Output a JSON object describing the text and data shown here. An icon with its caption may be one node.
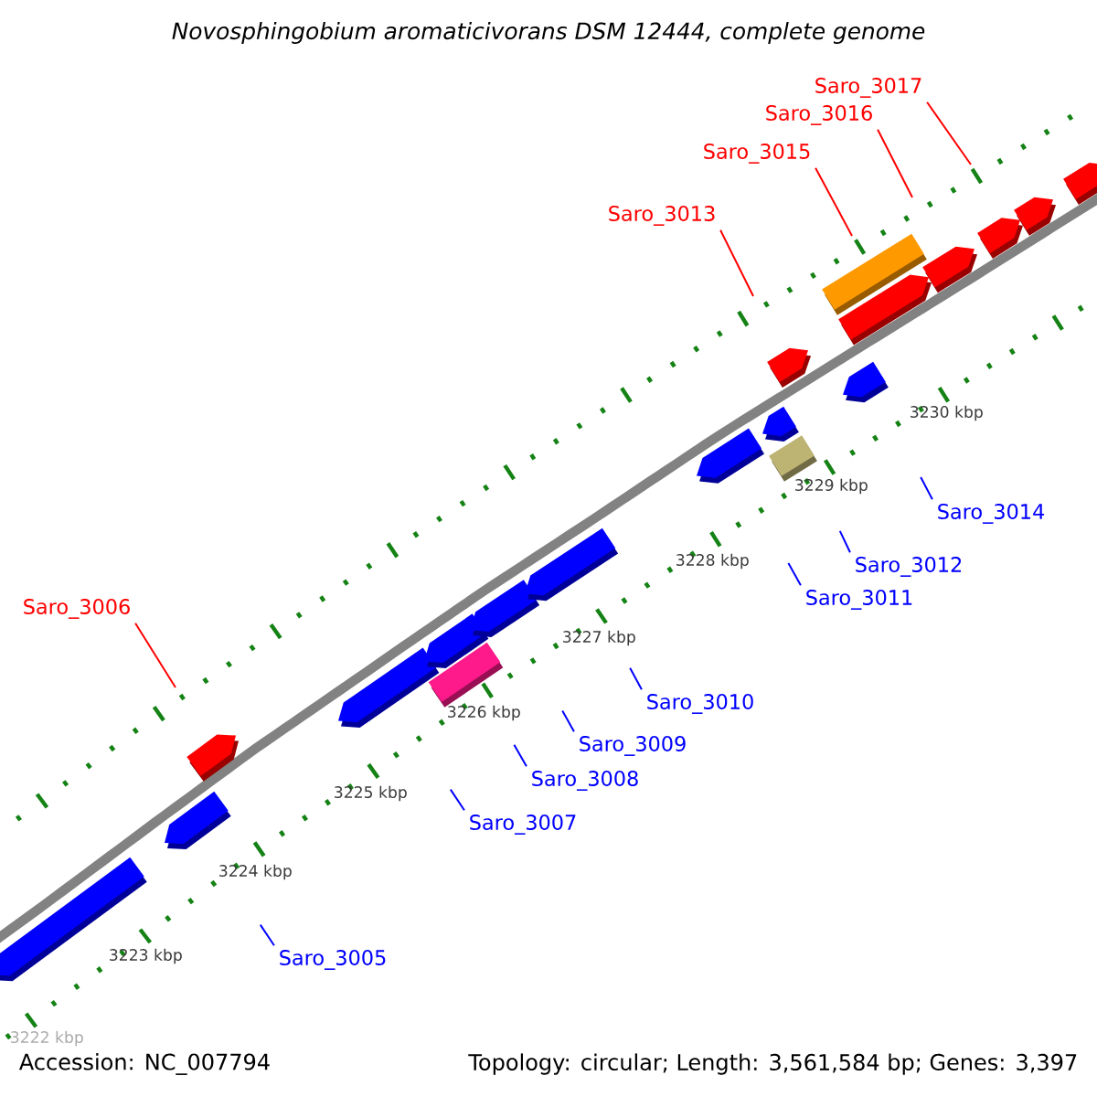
{
  "diagram": {
    "title": "Novosphingobium aromaticivorans DSM 12444, complete genome",
    "nodes": [
      {
        "text": [
          "Saro_3017"
        ]
      },
      {
        "text": [
          "Saro_3016"
        ]
      },
      {
        "text": [
          "Saro_3015"
        ]
      },
      {
        "text": [
          "Saro_3013"
        ]
      },
      {
        "text": [
          "Saro_3014"
        ]
      },
      {
        "text": [
          "Saro_3012"
        ]
      },
      {
        "text": [
          "Saro_3011"
        ]
      },
      {
        "text": [
          "Saro_3006"
        ]
      },
      {
        "text": [
          "Saro_3010"
        ]
      },
      {
        "text": [
          "Saro_3009"
        ]
      },
      {
        "text": [
          "Saro_3008"
        ]
      },
      {
        "text": [
          "Saro_3007"
        ]
      },
      {
        "text": [
          "Saro_3005"
        ]
      }
    ],
    "edges": [
      {
        "from": 0,
        "to": null,
        "arrow": "none",
        "color": "#ff0000"
      },
      {
        "from": 1,
        "to": null,
        "arrow": "none",
        "color": "#ff0000"
      },
      {
        "from": 2,
        "to": null,
        "arrow": "none",
        "color": "#ff0000"
      },
      {
        "from": 3,
        "to": null,
        "arrow": "none",
        "color": "#ff0000"
      },
      {
        "from": 4,
        "to": null,
        "arrow": "none"
      },
      {
        "from": 5,
        "to": null,
        "arrow": "none"
      },
      {
        "from": 6,
        "to": null,
        "arrow": "none"
      },
      {
        "from": 7,
        "to": null,
        "arrow": "none",
        "color": "#ff0000"
      },
      {
        "from": 8,
        "to": null,
        "arrow": "none"
      },
      {
        "from": 9,
        "to": null,
        "arrow": "none"
      },
      {
        "from": 10,
        "to": null,
        "arrow": "none"
      },
      {
        "from": 11,
        "to": null,
        "arrow": "none"
      },
      {
        "from": 12,
        "to": null,
        "arrow": "none"
      }
    ],
    "labels": [
      "3230 kbp",
      "3229 kbp",
      "3228 kbp",
      "3227 kbp",
      "3226 kbp",
      "3225 kbp",
      "3224 kbp",
      "3223 kbp",
      "3222 kbp",
      "Accession: NC_007794",
      "Topology: circular; Length: 3,561,584 bp; Genes: 3,397"
    ]
  }
}
